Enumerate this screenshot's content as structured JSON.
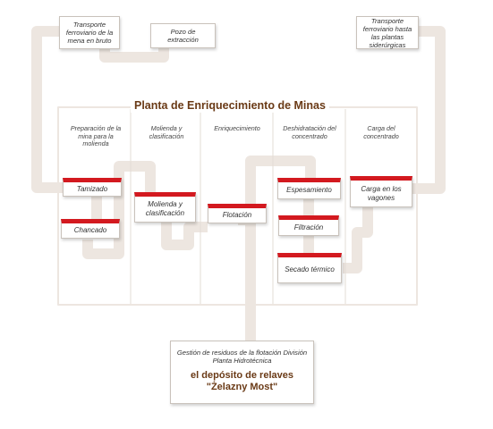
{
  "diagram": {
    "plant_title": "Planta de Enriquecimiento de Minas",
    "top_boxes": {
      "rail_ore": "Transporte ferroviario de la mena en bruto",
      "shaft": "Pozo de extracción",
      "rail_out": "Transporte ferroviario hasta las plantas siderúrgicas"
    },
    "columns": [
      "Preparación de la mina para la molienda",
      "Molienda y clasificación",
      "Enriquecimiento",
      "Deshidratación del concentrado",
      "Carga del concentrado"
    ],
    "steps": {
      "tamizado": "Tamizado",
      "chancado": "Chancado",
      "molienda": "Molienda y clasificación",
      "flotacion": "Flotación",
      "espesamiento": "Espesamiento",
      "filtracion": "Filtración",
      "secado": "Secado térmico",
      "carga": "Carga en los vagones"
    },
    "waste": {
      "subtitle": "Gestión de residuos de la flotación División Planta Hidrotécnica",
      "title": "el depósito de relaves \"Żelazny Most\""
    },
    "colors": {
      "flow": "#ede6e0",
      "accent": "#d3191f",
      "title": "#6a3a16",
      "border": "#c9c2bb"
    }
  }
}
